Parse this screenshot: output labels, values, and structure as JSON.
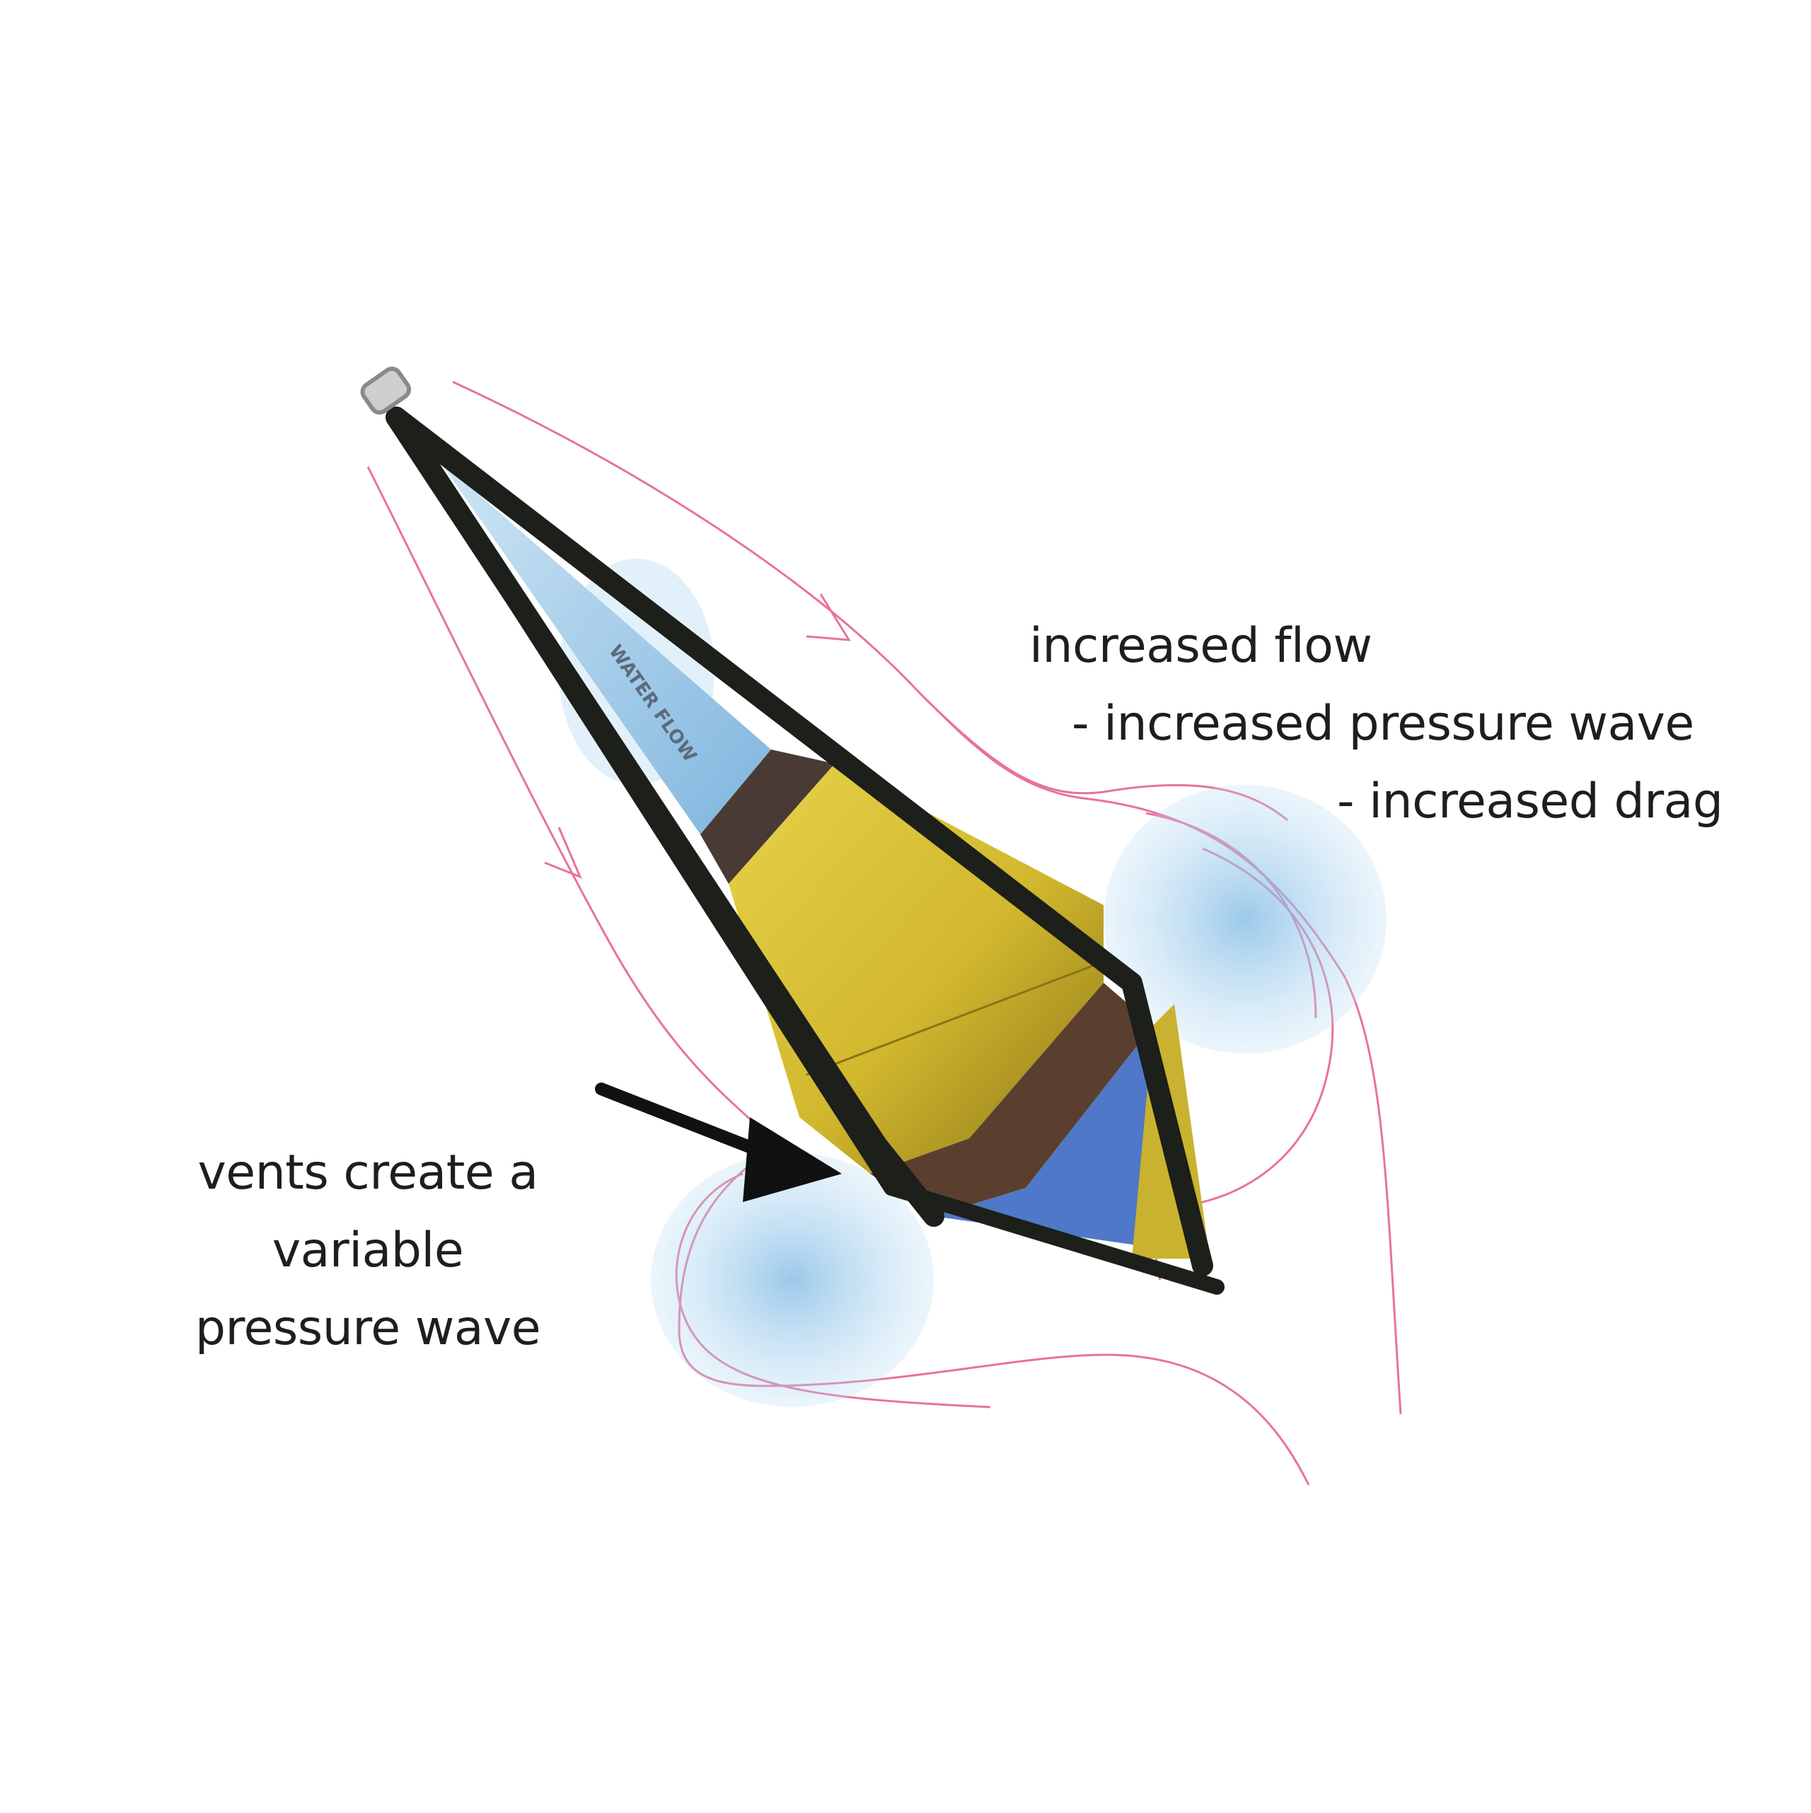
{
  "annotations": {
    "flow_label": {
      "line1": "increased flow",
      "line2": "- increased pressure wave",
      "line3": "- increased drag"
    },
    "vents_label": {
      "line1": "vents create a",
      "line2": "variable",
      "line3": "pressure wave"
    },
    "cone_print": "WATER FLOW"
  },
  "colors": {
    "flow_lines": "#e8739a",
    "water_spray": "#8fc4e6",
    "cone_body": "#d9c23a",
    "frame": "#1c1f1a",
    "arrow": "#111111"
  }
}
